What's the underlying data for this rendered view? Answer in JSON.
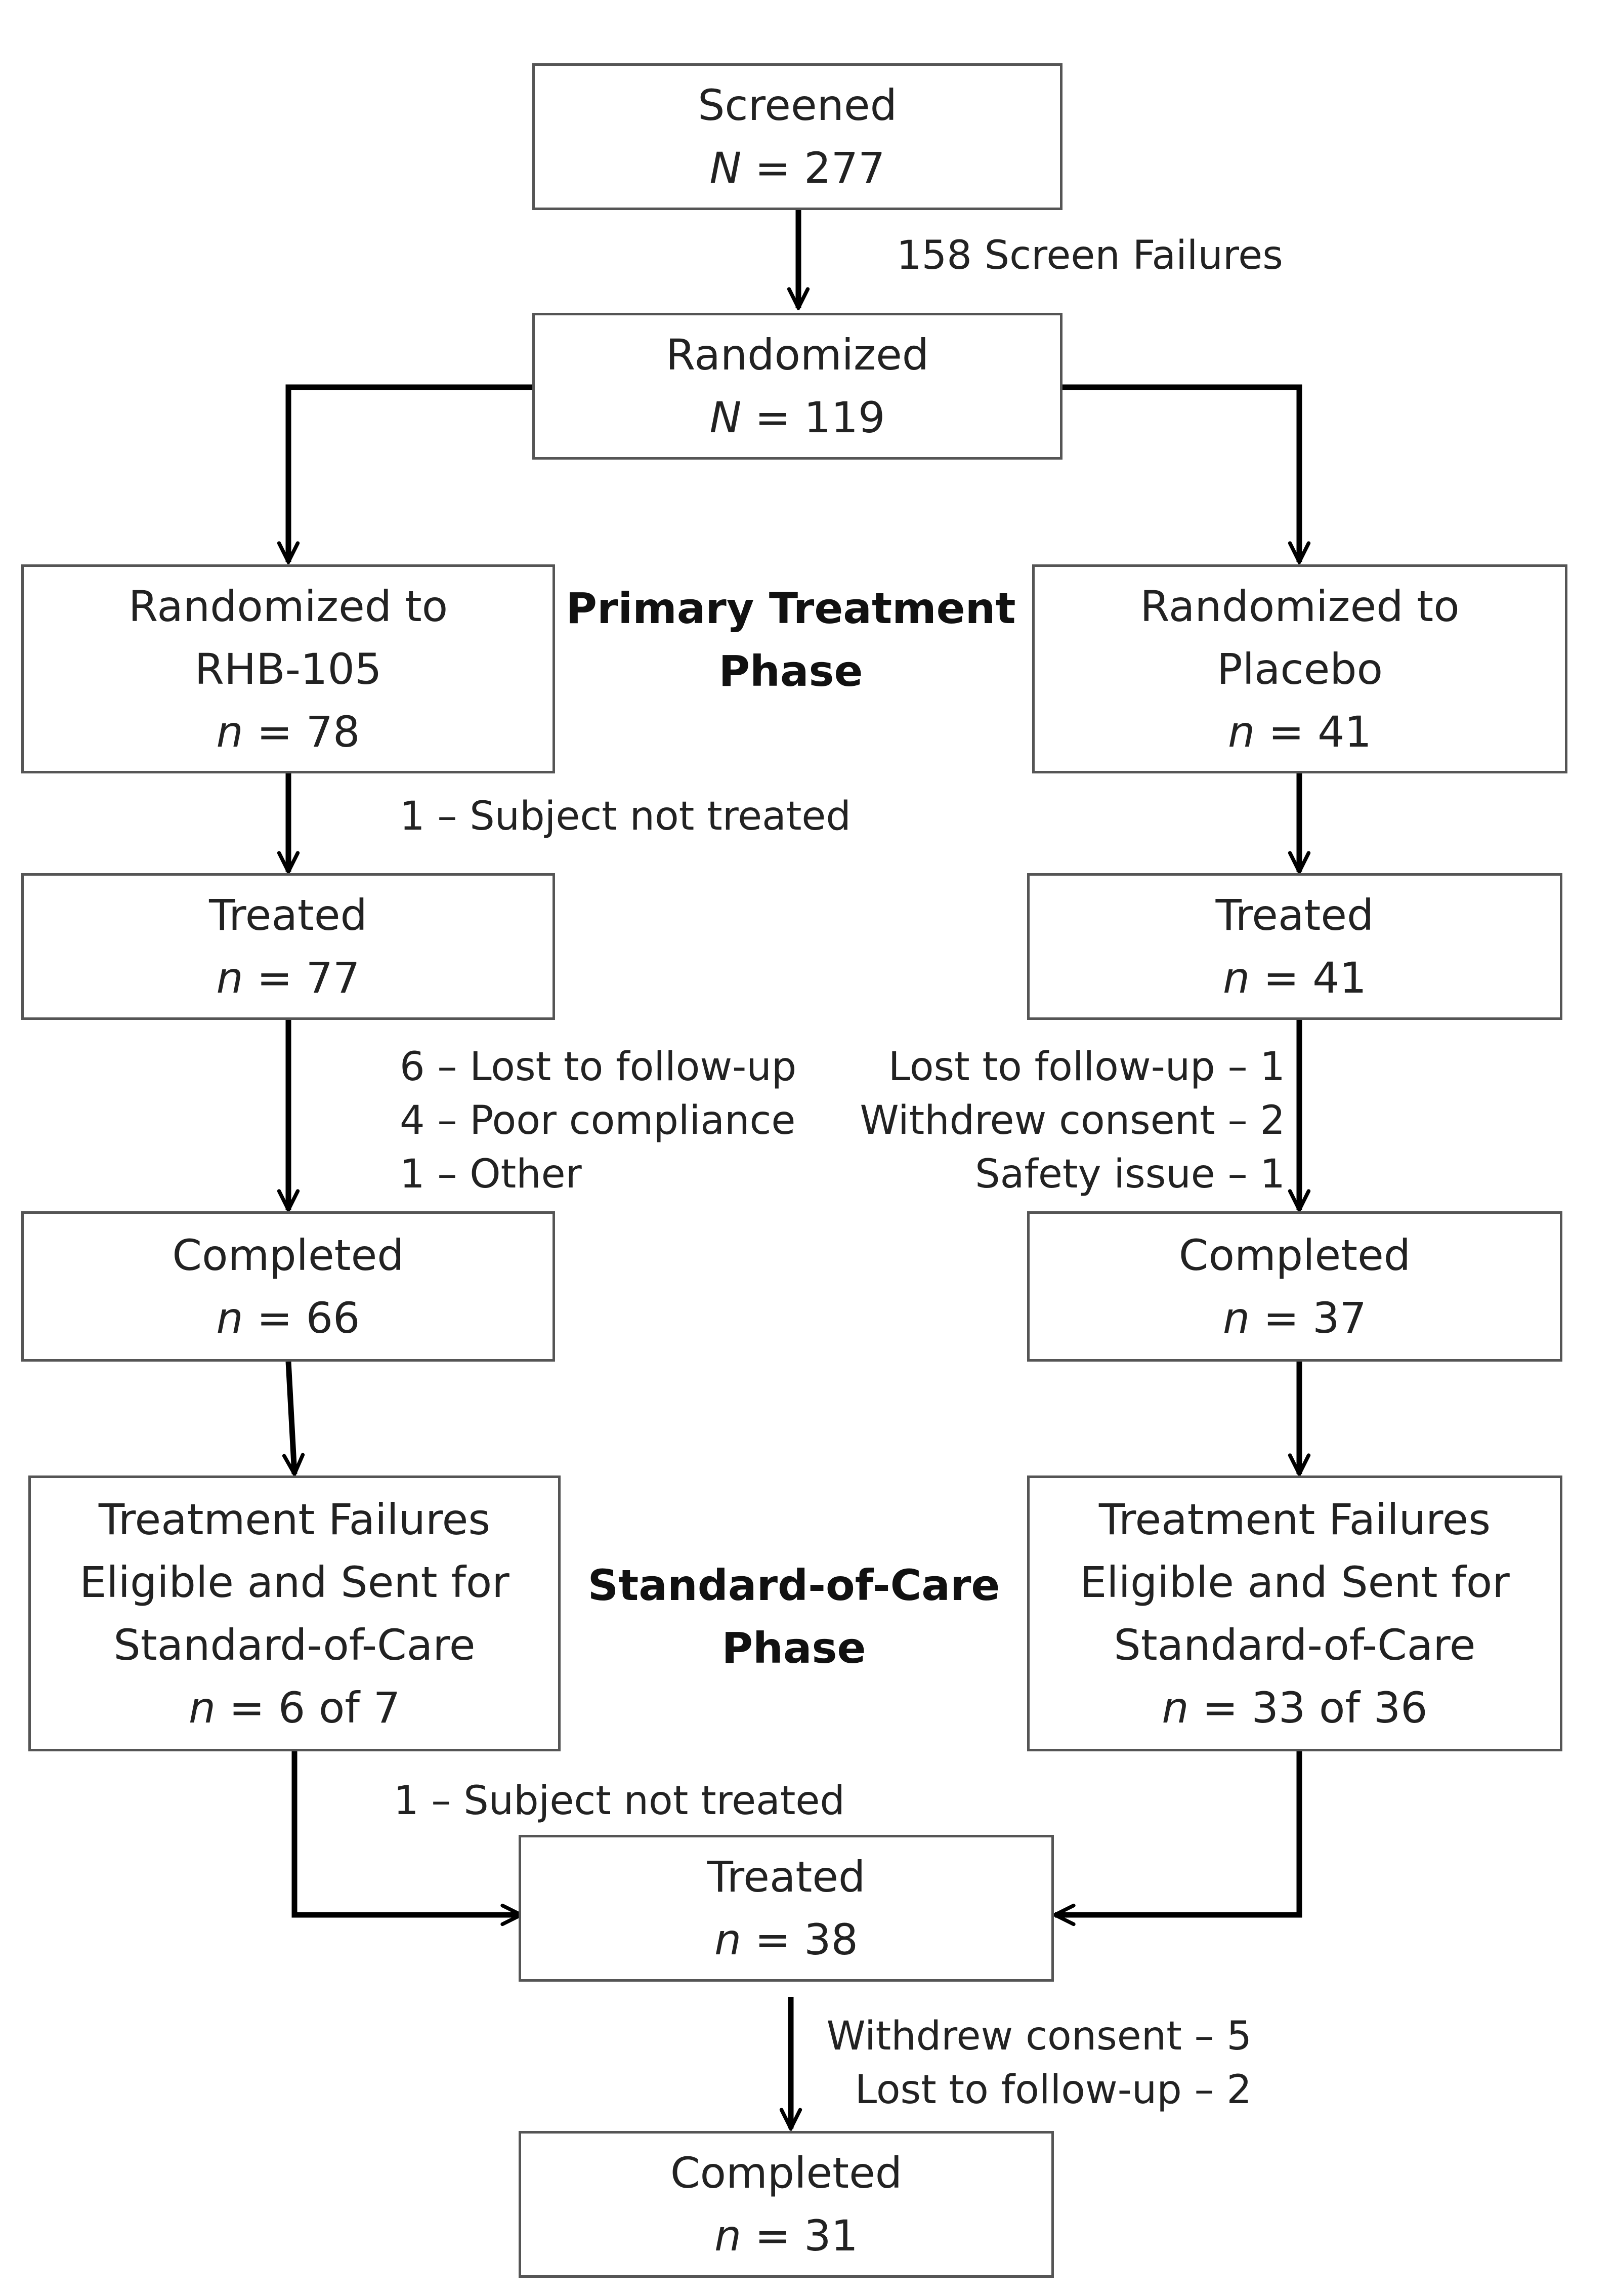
{
  "count_prefix_upper": "N",
  "count_prefix_lower": "n",
  "boxes": {
    "screened": {
      "lines": [
        "Screened"
      ],
      "count": "= 277"
    },
    "randomized": {
      "lines": [
        "Randomized"
      ],
      "count": "= 119"
    },
    "rand_rhb": {
      "lines": [
        "Randomized to",
        "RHB-105"
      ],
      "count": "= 78"
    },
    "rand_placebo": {
      "lines": [
        "Randomized to",
        "Placebo"
      ],
      "count": "= 41"
    },
    "treated_rhb": {
      "lines": [
        "Treated"
      ],
      "count": "= 77"
    },
    "treated_placebo": {
      "lines": [
        "Treated"
      ],
      "count": "= 41"
    },
    "completed_rhb": {
      "lines": [
        "Completed"
      ],
      "count": "= 66"
    },
    "completed_placebo": {
      "lines": [
        "Completed"
      ],
      "count": "= 37"
    },
    "failures_rhb": {
      "lines": [
        "Treatment Failures",
        "Eligible and Sent for",
        "Standard-of-Care"
      ],
      "count": "= 6 of 7"
    },
    "failures_placebo": {
      "lines": [
        "Treatment Failures",
        "Eligible and Sent for",
        "Standard-of-Care"
      ],
      "count": "= 33 of 36"
    },
    "treated_soc": {
      "lines": [
        "Treated"
      ],
      "count": "= 38"
    },
    "completed_soc": {
      "lines": [
        "Completed"
      ],
      "count": "= 31"
    }
  },
  "notes": {
    "screen_failures": [
      "158 Screen Failures"
    ],
    "rhb_not_treated": [
      "1 – Subject not treated"
    ],
    "rhb_dropouts": [
      "6 – Lost to follow-up",
      "4 – Poor compliance",
      "1 – Other"
    ],
    "placebo_dropouts": [
      "Lost to follow-up – 1",
      "Withdrew consent – 2",
      "Safety issue – 1"
    ],
    "soc_not_treated": [
      "1 – Subject not treated"
    ],
    "soc_dropouts": [
      "Withdrew consent – 5",
      "Lost to follow-up – 2"
    ]
  },
  "phases": {
    "primary": [
      "Primary Treatment",
      "Phase"
    ],
    "standard": [
      "Standard-of-Care",
      "Phase"
    ]
  },
  "colors": {
    "box_border": "#555555",
    "arrow": "#000000",
    "text": "#222222"
  }
}
